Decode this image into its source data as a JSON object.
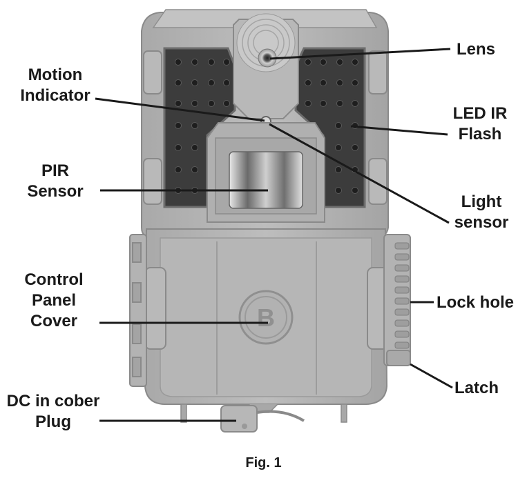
{
  "labels": {
    "lens": "Lens",
    "motion_indicator": [
      "Motion",
      "Indicator"
    ],
    "led_ir_flash": [
      "LED IR",
      "Flash"
    ],
    "pir_sensor": [
      "PIR",
      "Sensor"
    ],
    "light_sensor": [
      "Light",
      "sensor"
    ],
    "control_panel_cover": [
      "Control",
      "Panel",
      "Cover"
    ],
    "lock_hole": "Lock hole",
    "latch": "Latch",
    "dc_in_cover_plug": [
      "DC in cober",
      "Plug"
    ]
  },
  "caption": "Fig. 1",
  "brand_logo_letter": "B",
  "colors": {
    "body": "#b4b4b4",
    "body_dark": "#9a9a9a",
    "ir_panel": "#3c3c3c",
    "line": "#1a1a1a"
  }
}
